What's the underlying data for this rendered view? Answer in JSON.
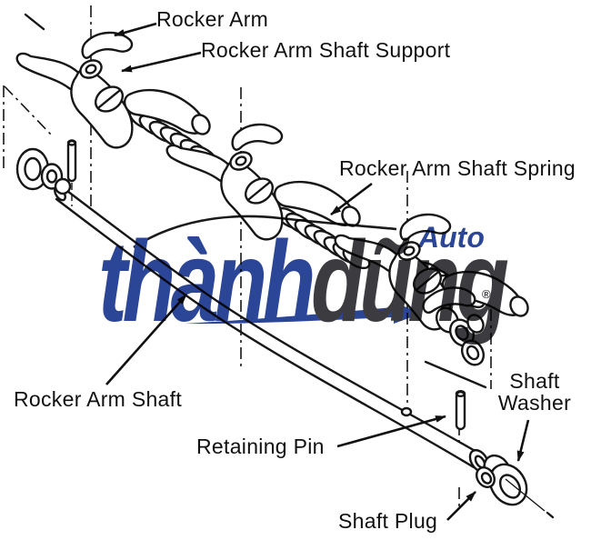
{
  "page": {
    "background": "#ffffff"
  },
  "diagram": {
    "type": "exploded-parts-diagram",
    "subject": "Rocker arm shaft assembly",
    "line_color": "#161616",
    "labels": {
      "rocker_arm": "Rocker Arm",
      "shaft_support": "Rocker Arm Shaft Support",
      "shaft_spring": "Rocker Arm Shaft Spring",
      "shaft": "Rocker Arm Shaft",
      "retaining_pin": "Retaining Pin",
      "shaft_washer_line1": "Shaft",
      "shaft_washer_line2": "Washer",
      "shaft_plug": "Shaft Plug"
    }
  },
  "watermark": {
    "brand_part1": "thành",
    "brand_part2": "dũng",
    "suffix": "Auto",
    "registered": "®",
    "color_blue": "#2c4697",
    "color_dark": "#3c3c40"
  }
}
